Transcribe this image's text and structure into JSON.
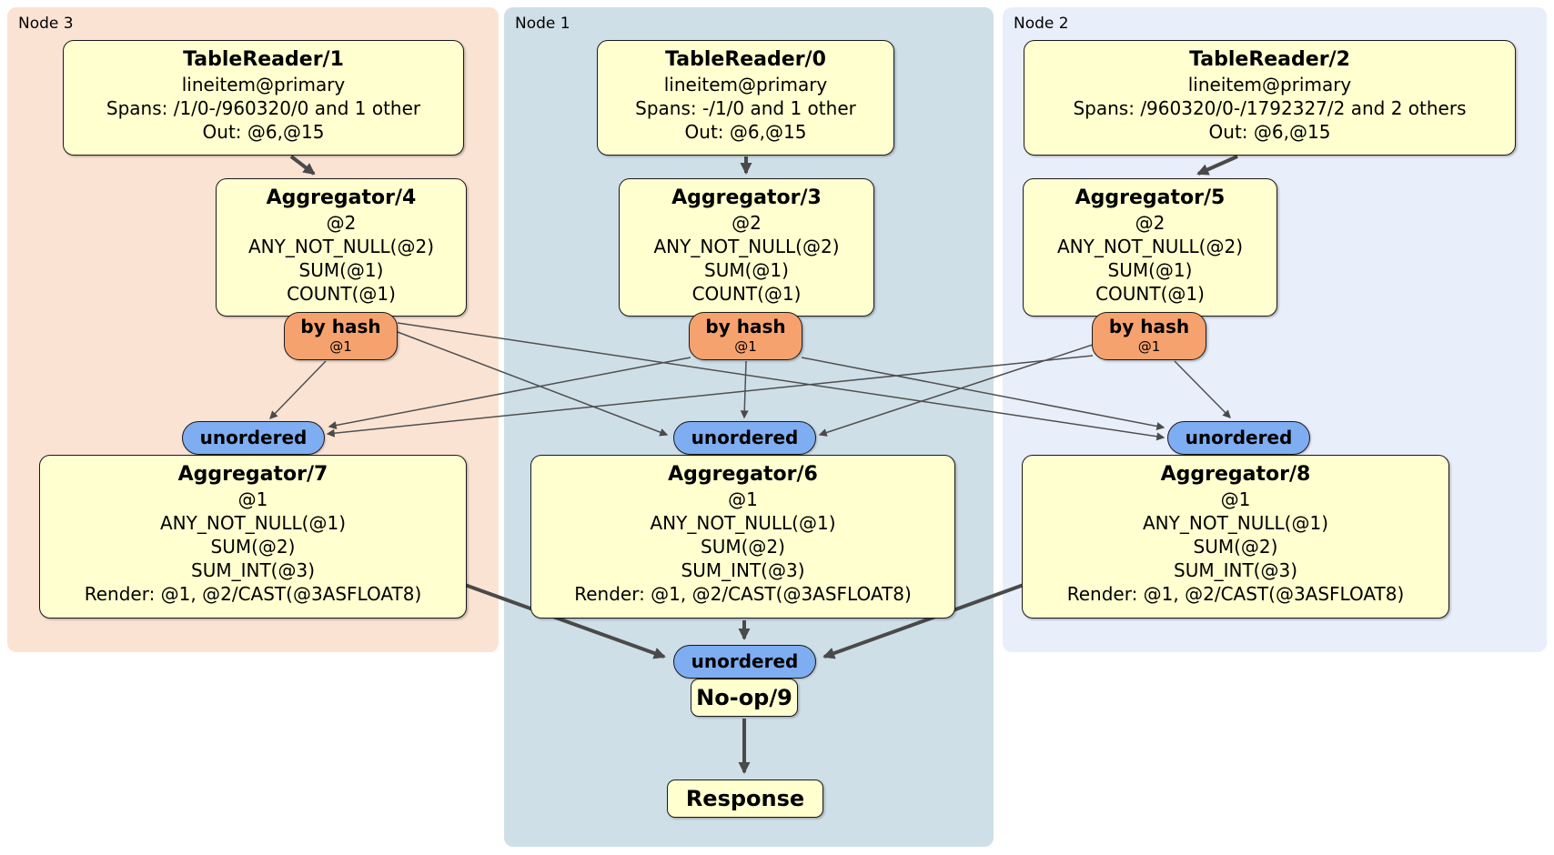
{
  "regions": [
    {
      "id": "node3",
      "label": "Node 3"
    },
    {
      "id": "node1",
      "label": "Node 1"
    },
    {
      "id": "node2",
      "label": "Node 2"
    }
  ],
  "colors": {
    "region_node3": "#fbe3d4",
    "region_node1": "#cfdfe8",
    "region_node2": "#e9eefb",
    "processor_fill": "#ffffcf",
    "router_fill": "#f6a26f",
    "sync_fill": "#7fadf1",
    "edge": "#4a4a4a"
  },
  "processors": {
    "tablereader1": {
      "title": "TableReader/1",
      "lines": [
        "lineitem@primary",
        "Spans: /1/0-/960320/0 and 1 other",
        "Out: @6,@15"
      ]
    },
    "tablereader0": {
      "title": "TableReader/0",
      "lines": [
        "lineitem@primary",
        "Spans: -/1/0 and 1 other",
        "Out: @6,@15"
      ]
    },
    "tablereader2": {
      "title": "TableReader/2",
      "lines": [
        "lineitem@primary",
        "Spans: /960320/0-/1792327/2 and 2 others",
        "Out: @6,@15"
      ]
    },
    "aggregator4": {
      "title": "Aggregator/4",
      "lines": [
        "@2",
        "ANY_NOT_NULL(@2)",
        "SUM(@1)",
        "COUNT(@1)"
      ]
    },
    "aggregator3": {
      "title": "Aggregator/3",
      "lines": [
        "@2",
        "ANY_NOT_NULL(@2)",
        "SUM(@1)",
        "COUNT(@1)"
      ]
    },
    "aggregator5": {
      "title": "Aggregator/5",
      "lines": [
        "@2",
        "ANY_NOT_NULL(@2)",
        "SUM(@1)",
        "COUNT(@1)"
      ]
    },
    "aggregator7": {
      "title": "Aggregator/7",
      "lines": [
        "@1",
        "ANY_NOT_NULL(@1)",
        "SUM(@2)",
        "SUM_INT(@3)",
        "Render: @1, @2/CAST(@3ASFLOAT8)"
      ]
    },
    "aggregator6": {
      "title": "Aggregator/6",
      "lines": [
        "@1",
        "ANY_NOT_NULL(@1)",
        "SUM(@2)",
        "SUM_INT(@3)",
        "Render: @1, @2/CAST(@3ASFLOAT8)"
      ]
    },
    "aggregator8": {
      "title": "Aggregator/8",
      "lines": [
        "@1",
        "ANY_NOT_NULL(@1)",
        "SUM(@2)",
        "SUM_INT(@3)",
        "Render: @1, @2/CAST(@3ASFLOAT8)"
      ]
    },
    "noop9": {
      "title": "No-op/9"
    },
    "response": {
      "title": "Response"
    }
  },
  "routers": {
    "byhash4": {
      "label": "by hash",
      "detail": "@1"
    },
    "byhash3": {
      "label": "by hash",
      "detail": "@1"
    },
    "byhash5": {
      "label": "by hash",
      "detail": "@1"
    }
  },
  "syncs": {
    "unordered7": {
      "label": "unordered"
    },
    "unordered6": {
      "label": "unordered"
    },
    "unordered8": {
      "label": "unordered"
    },
    "unordered9": {
      "label": "unordered"
    }
  }
}
